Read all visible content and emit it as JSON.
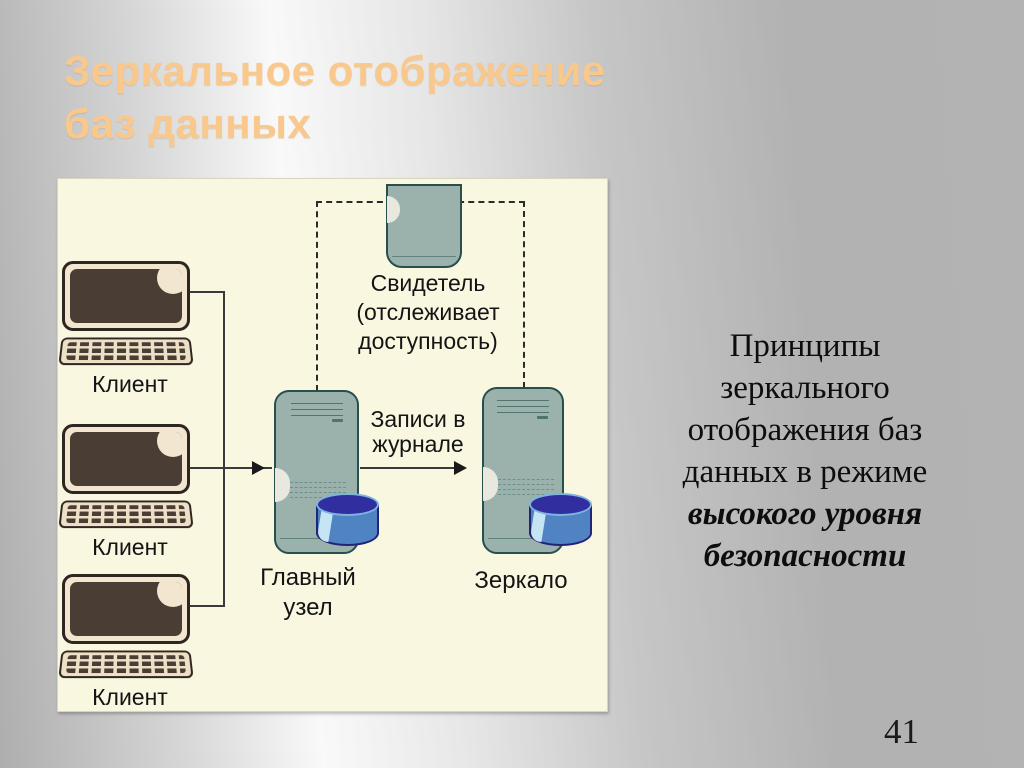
{
  "slide": {
    "title": "Зеркальное отображение\nбаз данных",
    "page_number": "41",
    "body_text": {
      "regular_lines": "Принципы\nзеркального\nотображения баз\nданных в режиме",
      "emphasis_lines": "высокого уровня\nбезопасности"
    }
  },
  "diagram": {
    "witness_label": "Свидетель\n(отслеживает\nдоступность)",
    "log_label": "Записи в\nжурнале",
    "principal_label": "Главный\nузел",
    "mirror_label": "Зеркало",
    "clients": [
      {
        "label": "Клиент"
      },
      {
        "label": "Клиент"
      },
      {
        "label": "Клиент"
      }
    ]
  },
  "colors": {
    "title_text": "#f9c88c",
    "panel_bg": "#faf7e1",
    "server_fill": "#9bb2ac",
    "server_border": "#264f4d",
    "database_top": "#312fa0",
    "database_body": "#4f83c2",
    "monitor_screen": "#4a3d33",
    "monitor_frame": "#f2e6d0"
  }
}
